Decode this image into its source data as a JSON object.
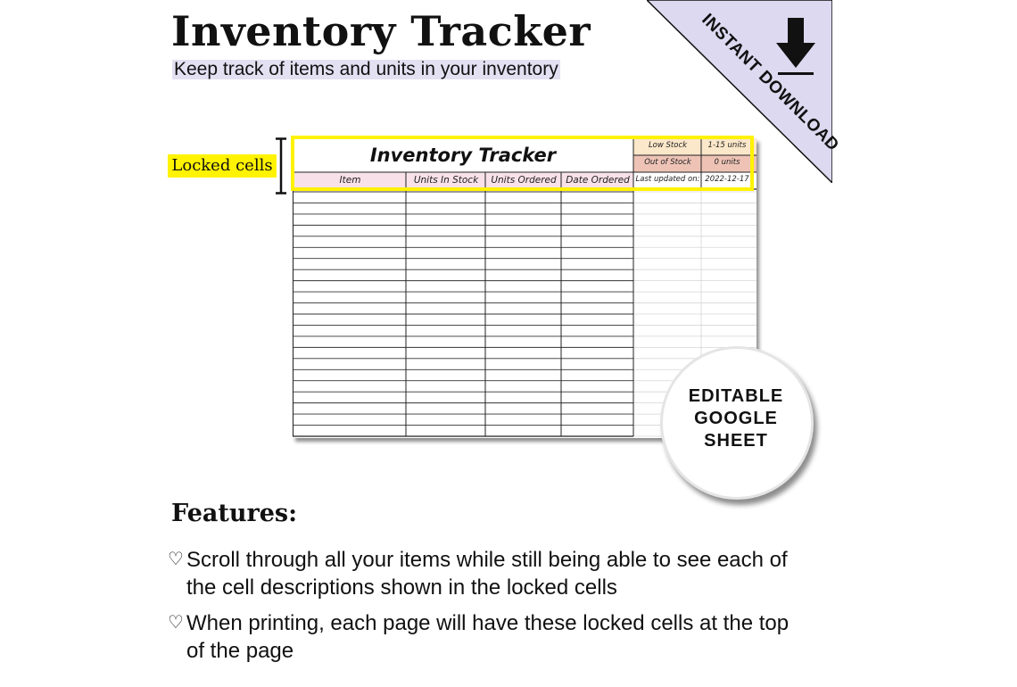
{
  "header": {
    "title": "Inventory Tracker",
    "subtitle": "Keep track of items and units in your inventory"
  },
  "corner": {
    "label": "INSTANT DOWNLOAD",
    "icon": "download-arrow-icon",
    "color": "#dcd9f0"
  },
  "callout": {
    "label": "Locked cells",
    "color": "#fff300"
  },
  "sheet": {
    "title": "Inventory Tracker",
    "columns": [
      "Item",
      "Units In Stock",
      "Units Ordered",
      "Date Ordered"
    ],
    "legend": {
      "low_stock_label": "Low Stock",
      "low_stock_value": "1-15 units",
      "out_of_stock_label": "Out of Stock",
      "out_of_stock_value": "0 units",
      "updated_label": "Last updated on:",
      "updated_value": "2022-12-17"
    },
    "colors": {
      "header_fill": "#f8e1e9",
      "low_stock_fill": "#fbe7c9",
      "out_of_stock_fill": "#eec3b6",
      "lock_border": "#fff200"
    },
    "empty_rows": 22
  },
  "badge": {
    "lines": [
      "EDITABLE",
      "GOOGLE",
      "SHEET"
    ]
  },
  "features": {
    "title": "Features:",
    "bullet_icon": "heart-outline-icon",
    "items": [
      {
        "text": "Scroll through all your items while still being able to see each of the cell descriptions shown in the locked cells"
      },
      {
        "text": "When printing, each page will have these locked cells at the top of the page"
      }
    ]
  }
}
